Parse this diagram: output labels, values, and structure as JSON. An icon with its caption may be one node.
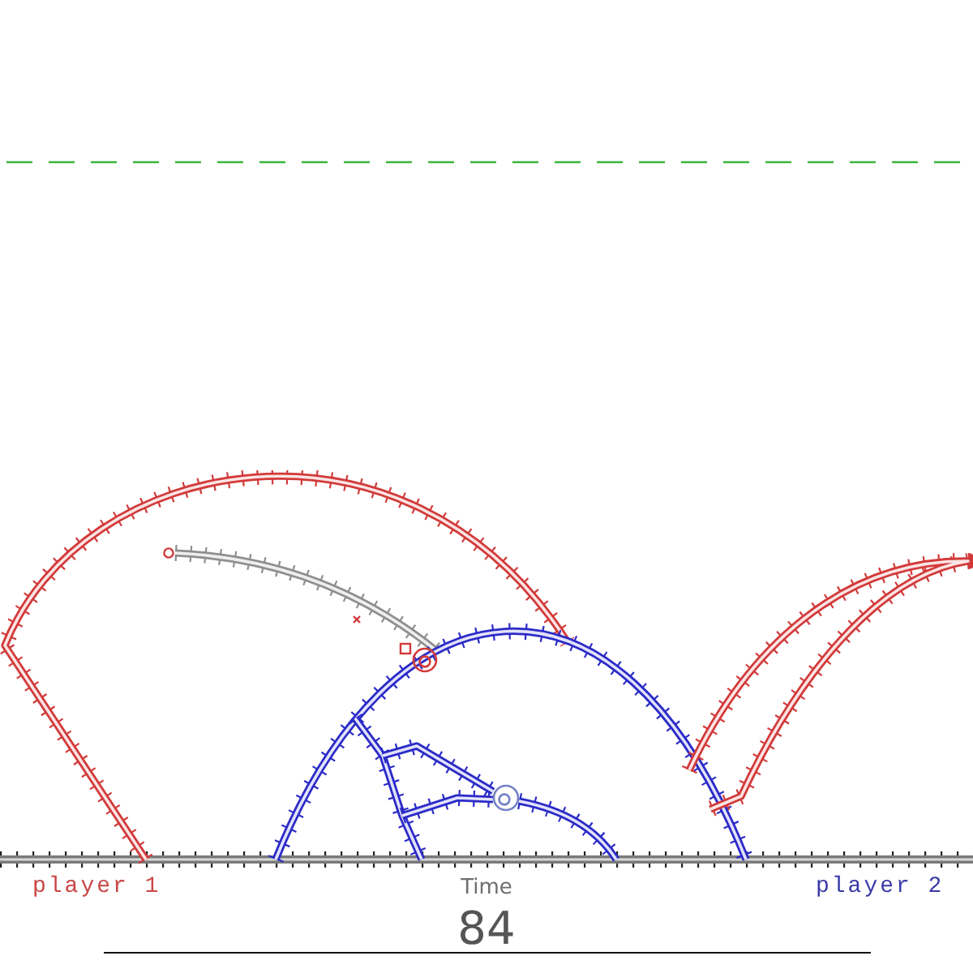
{
  "diagram": {
    "labels": [
      "player 1",
      "Time",
      "player 2",
      "84"
    ]
  }
}
